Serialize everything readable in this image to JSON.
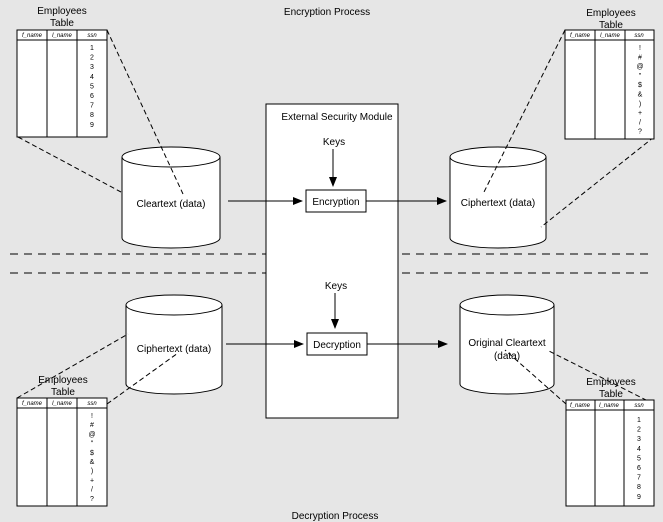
{
  "titles": {
    "encryption": "Encryption Process",
    "decryption": "Decryption Process"
  },
  "module": {
    "label": "External Security Module",
    "keys_top": "Keys",
    "keys_bottom": "Keys",
    "encrypt_label": "Encryption",
    "decrypt_label": "Decryption"
  },
  "cylinders": {
    "cleartext": [
      "Cleartext (data)"
    ],
    "ciphertext_out": [
      "Ciphertext (data)"
    ],
    "ciphertext_in": [
      "Ciphertext (data)"
    ],
    "original": [
      "Original Cleartext",
      "(data)"
    ]
  },
  "table": {
    "title_lines": [
      "Employees",
      "Table"
    ],
    "columns": [
      "f_name",
      "l_name",
      "ssn"
    ],
    "clear_values": [
      "1",
      "2",
      "3",
      "4",
      "5",
      "6",
      "7",
      "8",
      "9"
    ],
    "cipher_values": [
      "!",
      "#",
      "@",
      "\"",
      "$",
      "&",
      ")",
      "+",
      "/",
      "?"
    ]
  }
}
